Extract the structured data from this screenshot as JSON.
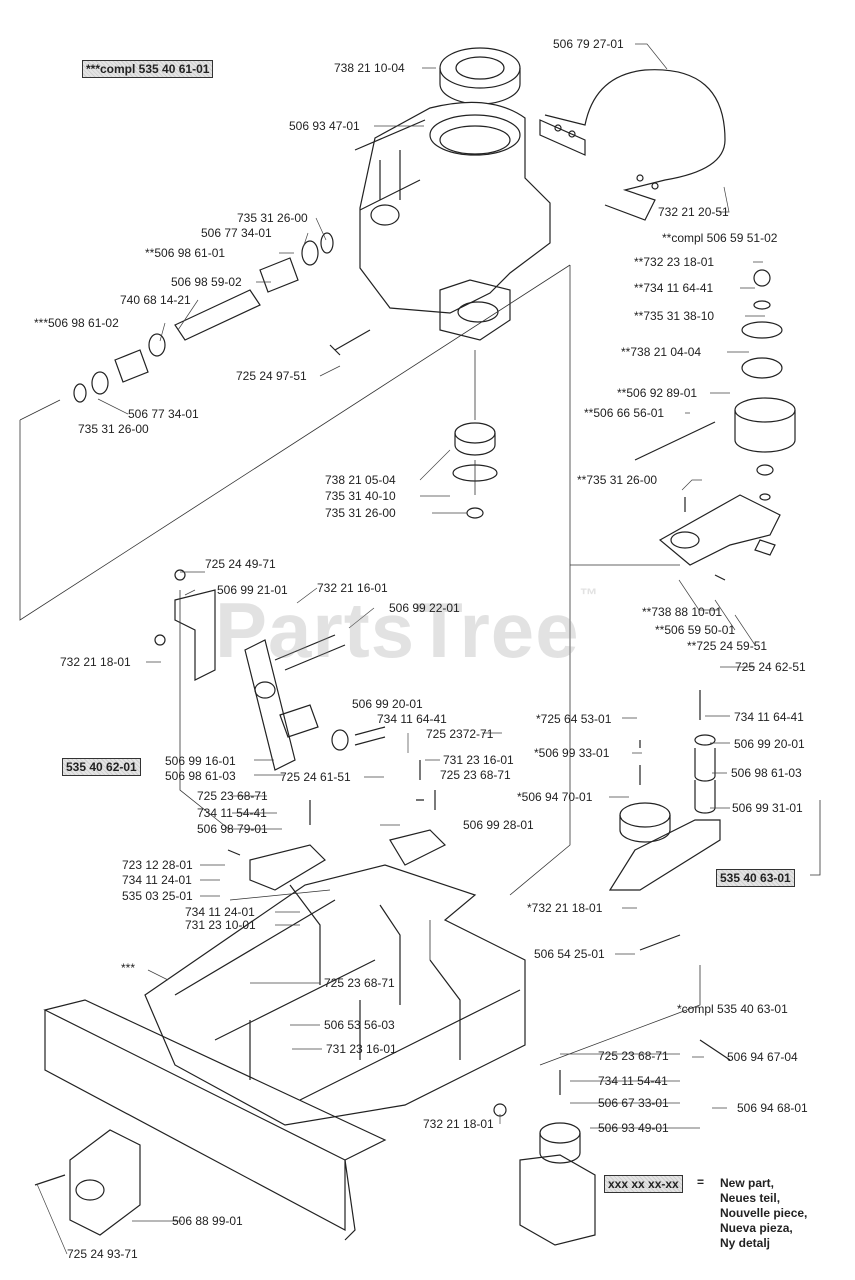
{
  "compl_boxes": {
    "top_left": "***compl 535 40 61-01",
    "mid_left": "535 40 62-01",
    "right": "535 40 63-01",
    "legend_code": "xxx xx xx-xx"
  },
  "legend": {
    "equals": "=",
    "lines": [
      "New part,",
      "Neues teil,",
      "Nouvelle piece,",
      "Nueva pieza,",
      "Ny detalj"
    ]
  },
  "watermark": {
    "text": "PartsTree",
    "tm": "™"
  },
  "labels": {
    "l1": "738 21 10-04",
    "l2": "506 79 27-01",
    "l3": "506 93 47-01",
    "l4": "735 31 26-00",
    "l5": "506 77 34-01",
    "l6": "**506 98 61-01",
    "l7": "506 98 59-02",
    "l8": "740 68 14-21",
    "l9": "***506 98 61-02",
    "l10": "732 21 20-51",
    "l11": "**compl 506 59 51-02",
    "l12": "**732 23 18-01",
    "l13": "**734 11 64-41",
    "l14": "**735 31 38-10",
    "l15": "**738 21 04-04",
    "l16": "**506 92 89-01",
    "l17": "**506 66 56-01",
    "l18": "725 24 97-51",
    "l19": "506 77 34-01",
    "l20": "735 31 26-00",
    "l21": "738 21 05-04",
    "l22": "735 31 40-10",
    "l23": "735 31 26-00",
    "l24": "**735 31 26-00",
    "l25": "725 24 49-71",
    "l26": "506 99 21-01",
    "l27": "732 21 16-01",
    "l28": "506 99 22-01",
    "l29": "**738 88 10-01",
    "l30": "**506 59 50-01",
    "l31": "**725 24 59-51",
    "l32": "732 21 18-01",
    "l33": "725 24 62-51",
    "l34": "506 99 20-01",
    "l35": "734 11 64-41",
    "l36": "*725 64 53-01",
    "l37": "725 2372-71",
    "l38": "734 11 64-41",
    "l39": "*506 99 33-01",
    "l40": "506 99 20-01",
    "l41": "731 23 16-01",
    "l42": "725 23 68-71",
    "l43": "506 99 16-01",
    "l44": "506 98 61-03",
    "l45": "725 24 61-51",
    "l46": "506 98 61-03",
    "l47": "725 23 68-71",
    "l48": "*506 94 70-01",
    "l49": "506 99 31-01",
    "l50": "734 11 54-41",
    "l51": "506 98 79-01",
    "l52": "506 99 28-01",
    "l53": "723 12 28-01",
    "l54": "734 11 24-01",
    "l55": "535 03 25-01",
    "l56": "734 11 24-01",
    "l57": "731 23 10-01",
    "l58": "*732 21 18-01",
    "l59": "506 54 25-01",
    "l60": "***",
    "l61": "725 23 68-71",
    "l62": "506 53 56-03",
    "l63": "731 23 16-01",
    "l64": "*compl 535 40 63-01",
    "l65": "725 23 68-71",
    "l66": "506 94 67-04",
    "l67": "734 11 54-41",
    "l68": "506 67 33-01",
    "l69": "506 94 68-01",
    "l70": "732 21 18-01",
    "l71": "506 93 49-01",
    "l72": "725 24 93-71",
    "l73": "506 88 99-01"
  }
}
